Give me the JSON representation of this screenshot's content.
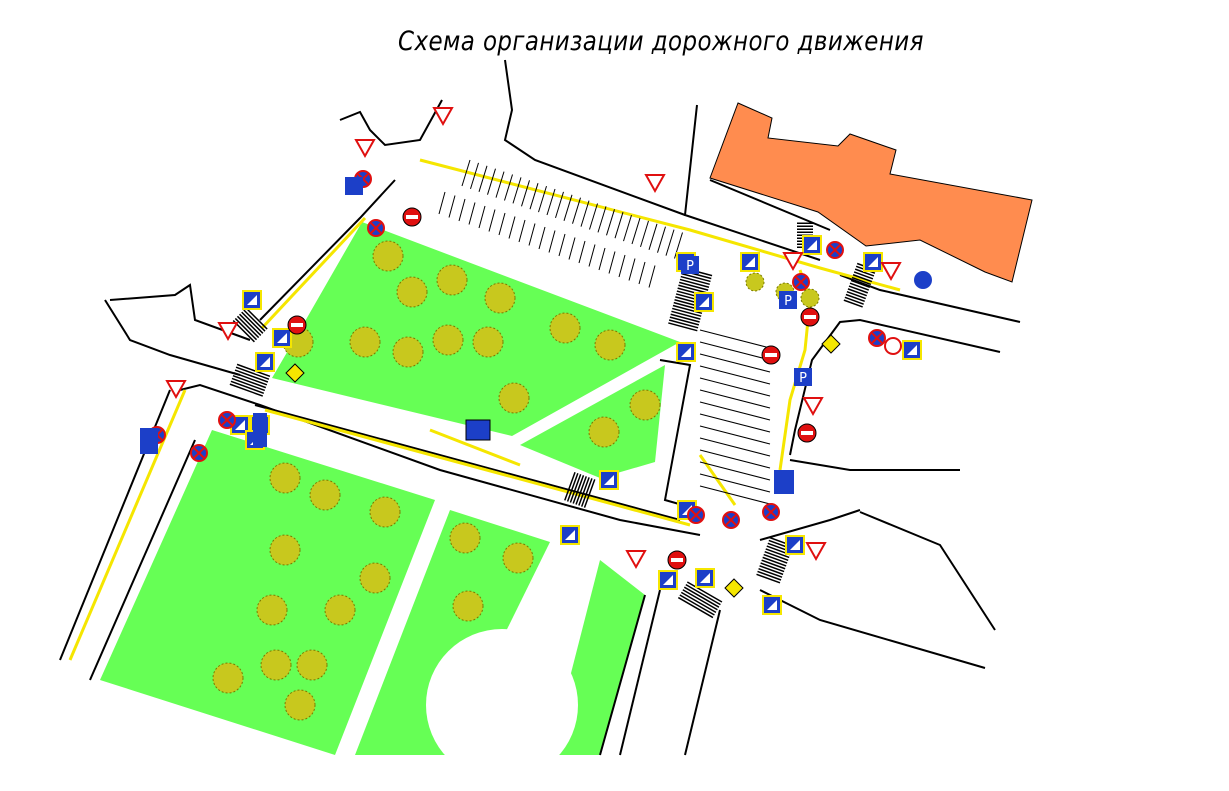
{
  "title": "Схема организации дорожного движения",
  "parking_label": "P",
  "colors": {
    "lawn": "#66ff55",
    "building": "#ff8c4f",
    "tree": "#c8c81e",
    "road_marking": "#f5e600",
    "sign_blue": "#1c3fc8",
    "sign_red": "#e01010",
    "outline": "#000000"
  },
  "legend_icons": [
    "pedestrian-crossing-sign",
    "no-stopping-sign",
    "no-parking-sign",
    "no-entry-sign",
    "give-way-sign",
    "parking-sign",
    "priority-road-sign",
    "one-way-sign"
  ]
}
